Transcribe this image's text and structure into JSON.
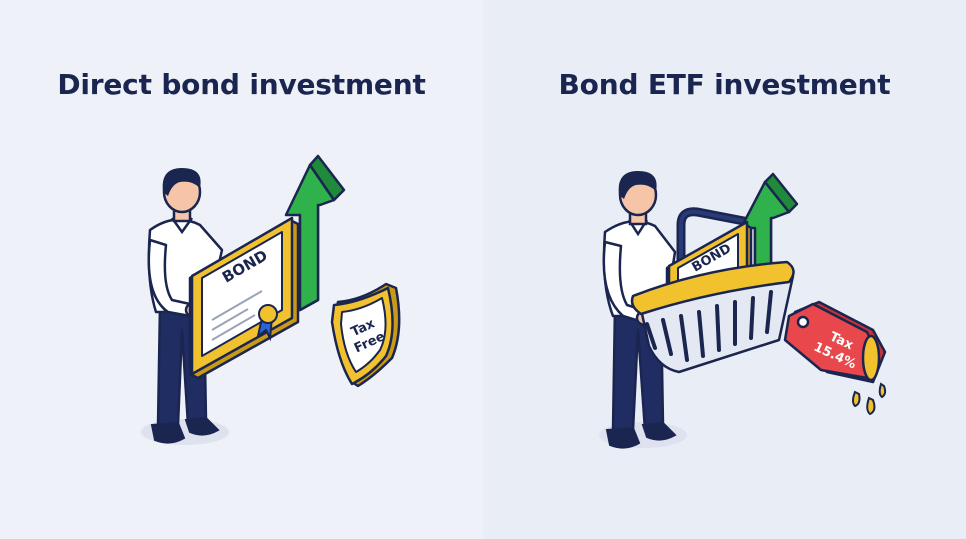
{
  "panels": [
    {
      "heading": "Direct bond investment",
      "certificate_label": "BOND",
      "badge_lines": [
        "Tax",
        "Free"
      ]
    },
    {
      "heading": "Bond ETF investment",
      "certificate_label": "BOND",
      "tag_lines": [
        "Tax",
        "15.4%"
      ]
    }
  ],
  "colors": {
    "navy": "#1a2550",
    "gold": "#f2c12e",
    "green": "#2fb24c",
    "red": "#e8474b",
    "skin": "#f6c5a8"
  }
}
